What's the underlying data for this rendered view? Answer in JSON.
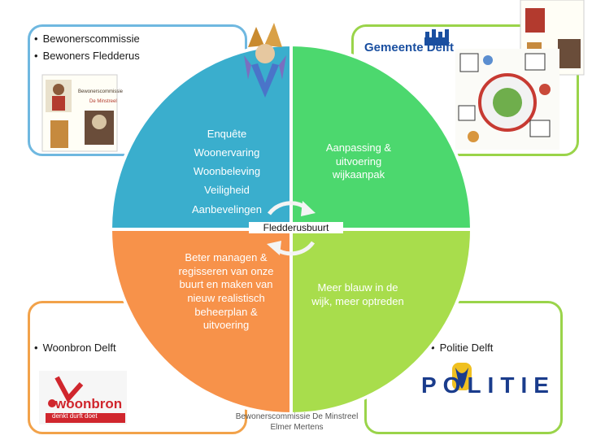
{
  "boxes": {
    "top_left": {
      "items": [
        "Bewonerscommissie",
        "Bewoners Fledderus"
      ]
    },
    "bottom_left": {
      "items": [
        "Woonbron Delft"
      ]
    },
    "bottom_right": {
      "items": [
        "Politie Delft"
      ]
    }
  },
  "logos": {
    "gemeente": "Gemeente Delft",
    "woonbron_name": "woonbron",
    "woonbron_tagline": "denkt durft doet",
    "politie": "POLITIE",
    "flyer_title": "Bewonerscommissie",
    "flyer_subtitle": "De Minstreel"
  },
  "quadrants": {
    "blue": [
      "Enquête",
      "Woonervaring",
      "Woonbeleving",
      "Veiligheid",
      "Aanbevelingen"
    ],
    "green": [
      "Aanpassing &",
      "uitvoering",
      "wijkaanpak"
    ],
    "orange": [
      "Beter managen &",
      "regisseren van onze",
      "buurt en maken van",
      "nieuw realistisch",
      "beheerplan &",
      "uitvoering"
    ],
    "lime": [
      "Meer blauw in de",
      "wijk, meer optreden"
    ]
  },
  "center_label": "Fledderusbuurt",
  "footer": {
    "line1": "Bewonerscommissie De Minstreel",
    "line2": "Elmer Mertens"
  },
  "colors": {
    "blue": "#3aaecd",
    "green": "#4cd86e",
    "orange": "#f7924a",
    "lime": "#a8dd4c"
  }
}
